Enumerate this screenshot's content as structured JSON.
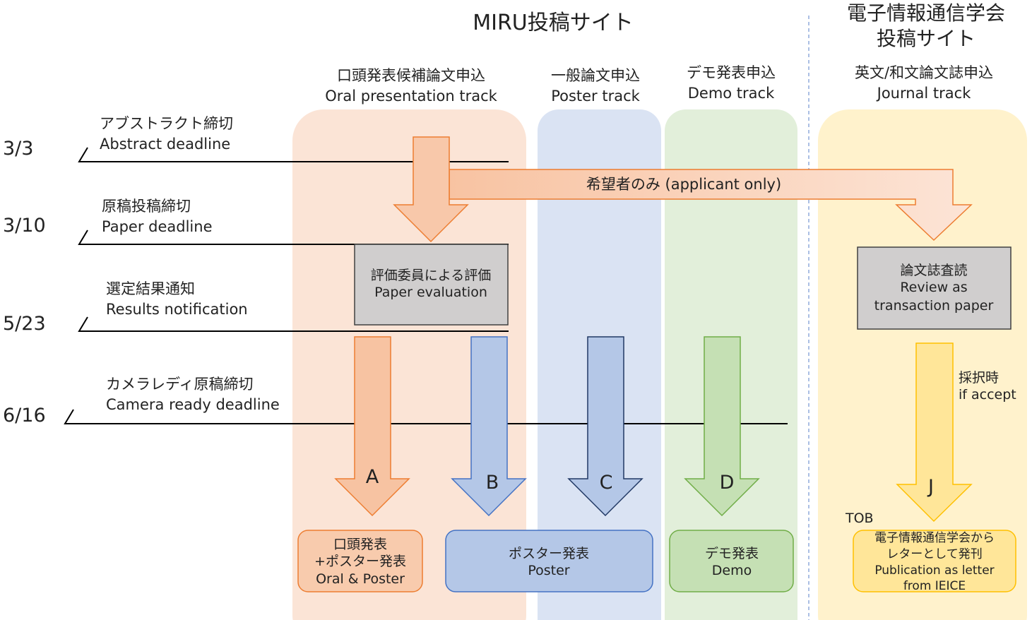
{
  "sites": {
    "miru": "MIRU投稿サイト",
    "ieice_line1": "電子情報通信学会",
    "ieice_line2": "投稿サイト"
  },
  "tracks": {
    "oral": {
      "jp": "口頭発表候補論文申込",
      "en": "Oral presentation track"
    },
    "poster": {
      "jp": "一般論文申込",
      "en": "Poster track"
    },
    "demo": {
      "jp": "デモ発表申込",
      "en": "Demo track"
    },
    "journal": {
      "jp": "英文/和文論文誌申込",
      "en": "Journal track"
    }
  },
  "deadlines": [
    {
      "date": "3/3",
      "jp": "アブストラクト締切",
      "en": "Abstract deadline"
    },
    {
      "date": "3/10",
      "jp": "原稿投稿締切",
      "en": "Paper deadline"
    },
    {
      "date": "5/23",
      "jp": "選定結果通知",
      "en": "Results notification"
    },
    {
      "date": "6/16",
      "jp": "カメラレディ原稿締切",
      "en": "Camera ready deadline"
    }
  ],
  "applicant_only": "希望者のみ (applicant only)",
  "evaluation": {
    "jp": "評価委員による評価",
    "en": "Paper evaluation"
  },
  "review": {
    "line1": "論文誌査読",
    "line2": "Review as",
    "line3": "transaction paper"
  },
  "if_accept": {
    "jp": "採択時",
    "en": "if accept"
  },
  "arrow_labels": {
    "a": "A",
    "b": "B",
    "c": "C",
    "d": "D",
    "j": "J"
  },
  "tob": "TOB",
  "outcomes": {
    "oral": {
      "line1": "口頭発表",
      "line2": "+ポスター発表",
      "line3": "Oral & Poster"
    },
    "poster": {
      "line1": "ポスター発表",
      "line2": "Poster"
    },
    "demo": {
      "line1": "デモ発表",
      "line2": "Demo"
    },
    "journal": {
      "line1": "電子情報通信学会から",
      "line2": "レターとして発刊",
      "line3": "Publication as letter",
      "line4": "from IEICE"
    }
  },
  "colors": {
    "oral_bg": "#fbe4d6",
    "poster_bg": "#dae3f3",
    "demo_bg": "#e2efda",
    "journal_bg": "#fff2cc",
    "orange": "#ed7d31",
    "blue_dark": "#203864",
    "blue": "#4472c4",
    "green": "#70ad47",
    "yellow": "#ffc000",
    "gray_box": "#d0cece"
  }
}
